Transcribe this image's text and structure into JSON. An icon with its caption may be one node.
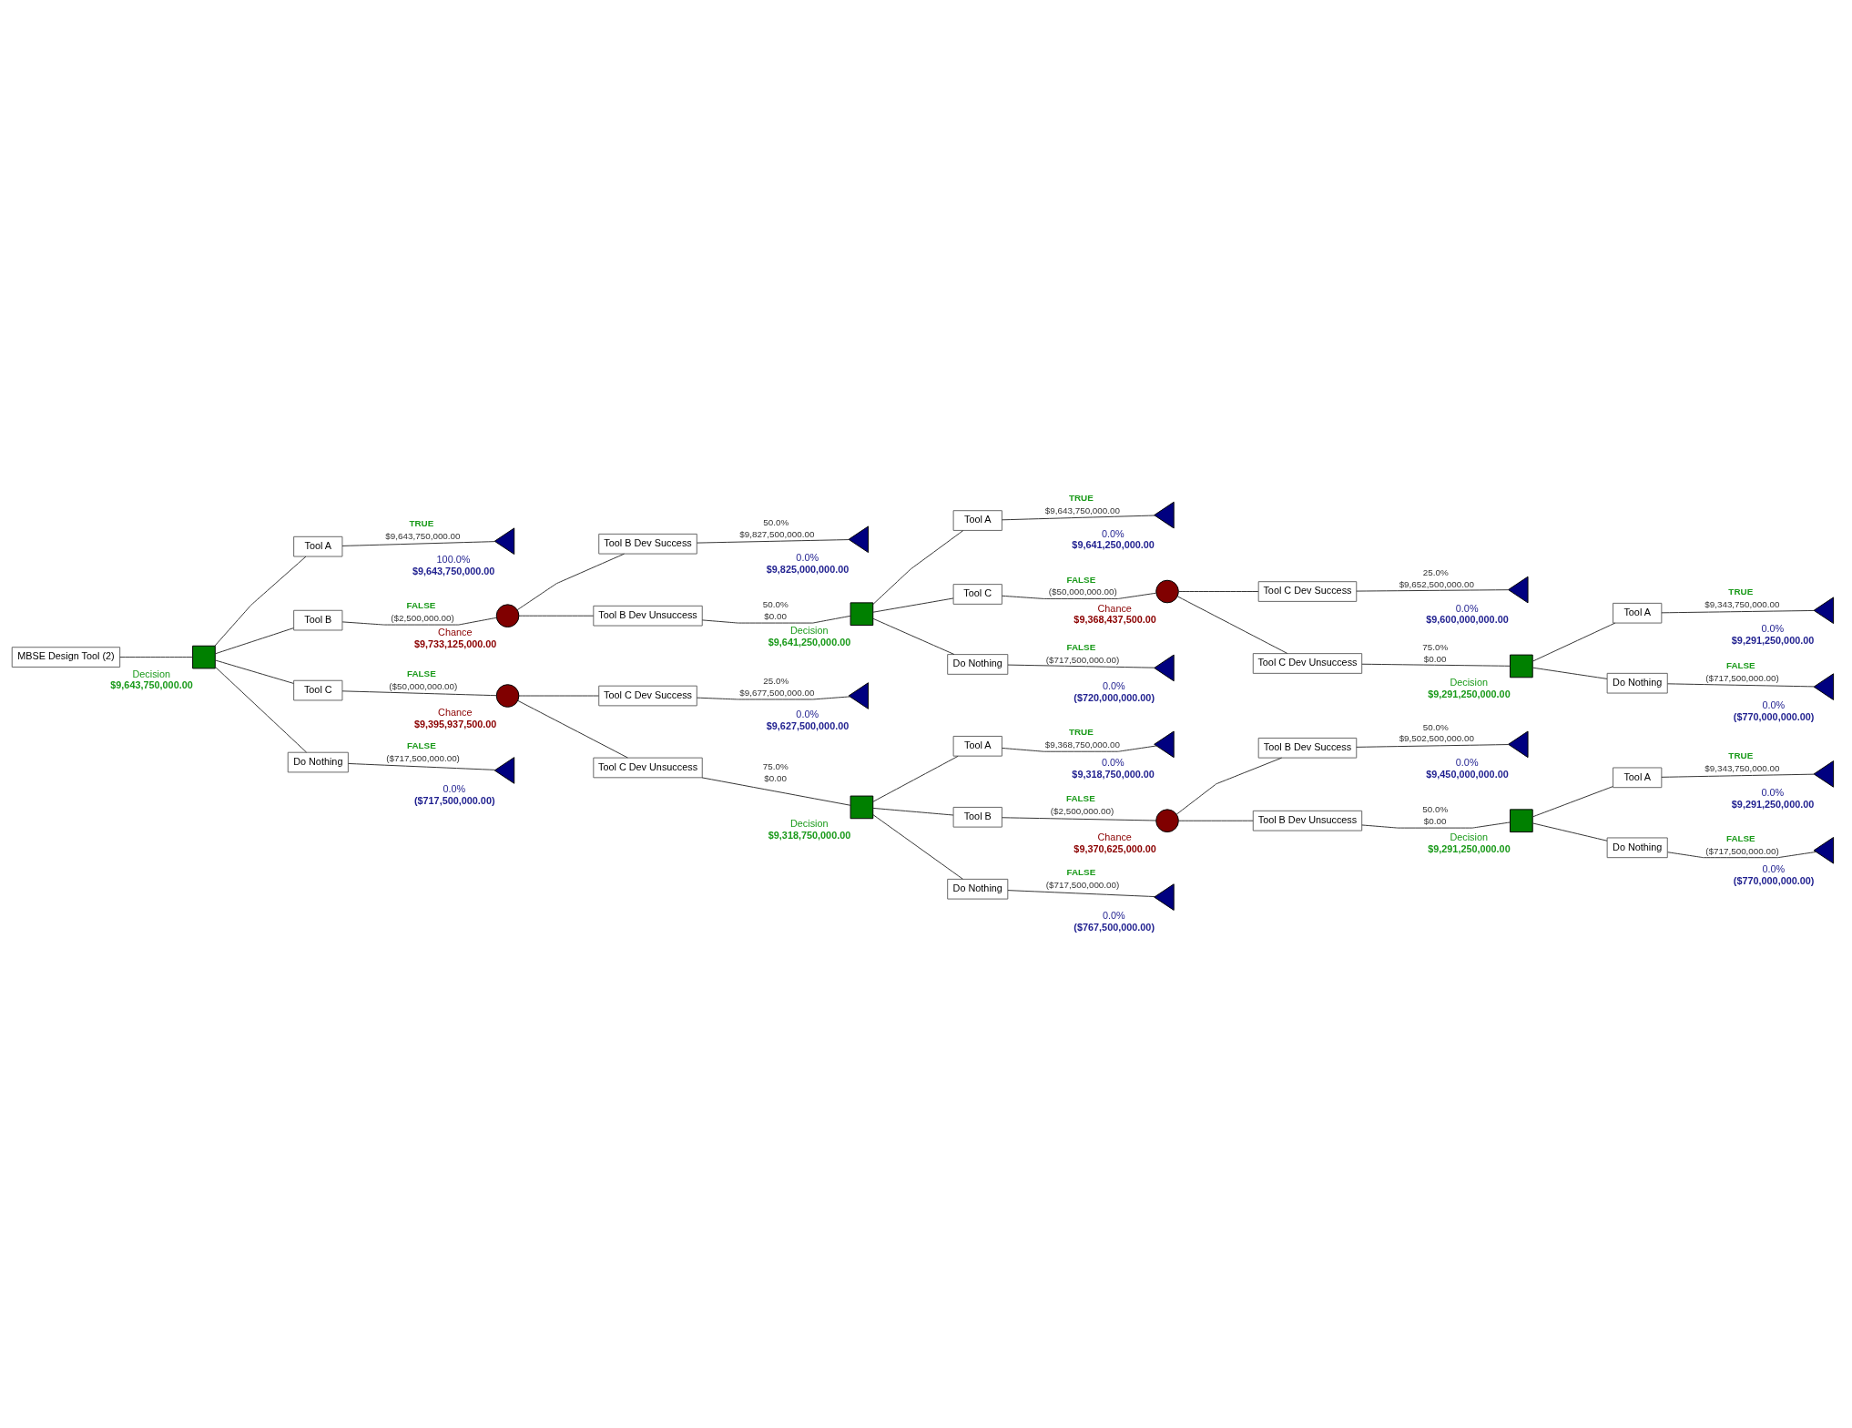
{
  "diagram": {
    "nodes": [
      {
        "text": [
          "MBSE Design Tool (2)"
        ]
      },
      {
        "text": [],
        "shape": "box",
        "beside": [
          "Decision",
          "$9,643,750,000.00"
        ]
      },
      {
        "text": [
          "Tool A"
        ],
        "beside": [
          "TRUE",
          "$9,643,750,000.00"
        ]
      },
      {
        "text": [],
        "shape": "triangle",
        "beside": [
          "100.0%",
          "$9,643,750,000.00"
        ]
      },
      {
        "text": [
          "Tool B"
        ],
        "beside": [
          "FALSE",
          "($2,500,000.00)"
        ]
      },
      {
        "text": [],
        "shape": "circle",
        "beside": [
          "Chance",
          "$9,733,125,000.00"
        ]
      },
      {
        "text": [
          "Tool B Dev Success"
        ],
        "beside": [
          "50.0%",
          "$9,827,500,000.00"
        ]
      },
      {
        "text": [],
        "shape": "triangle",
        "beside": [
          "0.0%",
          "$9,825,000,000.00"
        ]
      },
      {
        "text": [
          "Tool B Dev Unsuccess"
        ],
        "beside": [
          "50.0%",
          "$0.00"
        ]
      },
      {
        "text": [],
        "shape": "box",
        "beside": [
          "Decision",
          "$9,641,250,000.00"
        ]
      },
      {
        "text": [
          "Tool A"
        ],
        "beside": [
          "TRUE",
          "$9,643,750,000.00"
        ]
      },
      {
        "text": [],
        "shape": "triangle",
        "beside": [
          "0.0%",
          "$9,641,250,000.00"
        ]
      },
      {
        "text": [
          "Tool C"
        ],
        "beside": [
          "FALSE",
          "($50,000,000.00)"
        ]
      },
      {
        "text": [],
        "shape": "circle",
        "beside": [
          "Chance",
          "$9,368,437,500.00"
        ]
      },
      {
        "text": [
          "Tool C Dev Success"
        ],
        "beside": [
          "25.0%",
          "$9,652,500,000.00"
        ]
      },
      {
        "text": [],
        "shape": "triangle",
        "beside": [
          "0.0%",
          "$9,600,000,000.00"
        ]
      },
      {
        "text": [
          "Tool C Dev Unsuccess"
        ],
        "beside": [
          "75.0%",
          "$0.00"
        ]
      },
      {
        "text": [],
        "shape": "box",
        "beside": [
          "Decision",
          "$9,291,250,000.00"
        ]
      },
      {
        "text": [
          "Tool A"
        ],
        "beside": [
          "TRUE",
          "$9,343,750,000.00"
        ]
      },
      {
        "text": [],
        "shape": "triangle",
        "beside": [
          "0.0%",
          "$9,291,250,000.00"
        ]
      },
      {
        "text": [
          "Do Nothing"
        ],
        "beside": [
          "FALSE",
          "($717,500,000.00)"
        ]
      },
      {
        "text": [],
        "shape": "triangle",
        "beside": [
          "0.0%",
          "($770,000,000.00)"
        ]
      },
      {
        "text": [
          "Do Nothing"
        ],
        "beside": [
          "FALSE",
          "($717,500,000.00)"
        ]
      },
      {
        "text": [],
        "shape": "triangle",
        "beside": [
          "0.0%",
          "($720,000,000.00)"
        ]
      },
      {
        "text": [
          "Tool C"
        ],
        "beside": [
          "FALSE",
          "($50,000,000.00)"
        ]
      },
      {
        "text": [],
        "shape": "circle",
        "beside": [
          "Chance",
          "$9,395,937,500.00"
        ]
      },
      {
        "text": [
          "Tool C Dev Success"
        ],
        "beside": [
          "25.0%",
          "$9,677,500,000.00"
        ]
      },
      {
        "text": [],
        "shape": "triangle",
        "beside": [
          "0.0%",
          "$9,627,500,000.00"
        ]
      },
      {
        "text": [
          "Tool C Dev Unsuccess"
        ],
        "beside": [
          "75.0%",
          "$0.00"
        ]
      },
      {
        "text": [],
        "shape": "box",
        "beside": [
          "Decision",
          "$9,318,750,000.00"
        ]
      },
      {
        "text": [
          "Tool A"
        ],
        "beside": [
          "TRUE",
          "$9,368,750,000.00"
        ]
      },
      {
        "text": [],
        "shape": "triangle",
        "beside": [
          "0.0%",
          "$9,318,750,000.00"
        ]
      },
      {
        "text": [
          "Tool B"
        ],
        "beside": [
          "FALSE",
          "($2,500,000.00)"
        ]
      },
      {
        "text": [],
        "shape": "circle",
        "beside": [
          "Chance",
          "$9,370,625,000.00"
        ]
      },
      {
        "text": [
          "Tool B Dev Success"
        ],
        "beside": [
          "50.0%",
          "$9,502,500,000.00"
        ]
      },
      {
        "text": [],
        "shape": "triangle",
        "beside": [
          "0.0%",
          "$9,450,000,000.00"
        ]
      },
      {
        "text": [
          "Tool B Dev Unsuccess"
        ],
        "beside": [
          "50.0%",
          "$0.00"
        ]
      },
      {
        "text": [],
        "shape": "box",
        "beside": [
          "Decision",
          "$9,291,250,000.00"
        ]
      },
      {
        "text": [
          "Tool A"
        ],
        "beside": [
          "TRUE",
          "$9,343,750,000.00"
        ]
      },
      {
        "text": [],
        "shape": "triangle",
        "beside": [
          "0.0%",
          "$9,291,250,000.00"
        ]
      },
      {
        "text": [
          "Do Nothing"
        ],
        "beside": [
          "FALSE",
          "($717,500,000.00)"
        ]
      },
      {
        "text": [],
        "shape": "triangle",
        "beside": [
          "0.0%",
          "($770,000,000.00)"
        ]
      },
      {
        "text": [
          "Do Nothing"
        ],
        "beside": [
          "FALSE",
          "($717,500,000.00)"
        ]
      },
      {
        "text": [],
        "shape": "triangle",
        "beside": [
          "0.0%",
          "($767,500,000.00)"
        ]
      },
      {
        "text": [
          "Do Nothing"
        ],
        "beside": [
          "FALSE",
          "($717,500,000.00)"
        ]
      },
      {
        "text": [],
        "shape": "triangle",
        "beside": [
          "0.0%",
          "($717,500,000.00)"
        ]
      }
    ],
    "edges": [
      {
        "from": 0,
        "to": 1,
        "arrow": "none"
      },
      {
        "from": 1,
        "to": 2,
        "arrow": "none"
      },
      {
        "from": 2,
        "to": 3,
        "arrow": "none"
      },
      {
        "from": 1,
        "to": 4,
        "arrow": "none"
      },
      {
        "from": 4,
        "to": 5,
        "arrow": "none"
      },
      {
        "from": 5,
        "to": 6,
        "arrow": "none"
      },
      {
        "from": 6,
        "to": 7,
        "arrow": "none"
      },
      {
        "from": 5,
        "to": 8,
        "arrow": "none"
      },
      {
        "from": 8,
        "to": 9,
        "arrow": "none"
      },
      {
        "from": 9,
        "to": 10,
        "arrow": "none"
      },
      {
        "from": 10,
        "to": 11,
        "arrow": "none"
      },
      {
        "from": 9,
        "to": 12,
        "arrow": "none"
      },
      {
        "from": 12,
        "to": 13,
        "arrow": "none"
      },
      {
        "from": 13,
        "to": 14,
        "arrow": "none"
      },
      {
        "from": 14,
        "to": 15,
        "arrow": "none"
      },
      {
        "from": 13,
        "to": 16,
        "arrow": "none"
      },
      {
        "from": 16,
        "to": 17,
        "arrow": "none"
      },
      {
        "from": 17,
        "to": 18,
        "arrow": "none"
      },
      {
        "from": 18,
        "to": 19,
        "arrow": "none"
      },
      {
        "from": 17,
        "to": 20,
        "arrow": "none"
      },
      {
        "from": 20,
        "to": 21,
        "arrow": "none"
      },
      {
        "from": 9,
        "to": 22,
        "arrow": "none"
      },
      {
        "from": 22,
        "to": 23,
        "arrow": "none"
      },
      {
        "from": 1,
        "to": 24,
        "arrow": "none"
      },
      {
        "from": 24,
        "to": 25,
        "arrow": "none"
      },
      {
        "from": 25,
        "to": 26,
        "arrow": "none"
      },
      {
        "from": 26,
        "to": 27,
        "arrow": "none"
      },
      {
        "from": 25,
        "to": 28,
        "arrow": "none"
      },
      {
        "from": 28,
        "to": 29,
        "arrow": "none"
      },
      {
        "from": 29,
        "to": 30,
        "arrow": "none"
      },
      {
        "from": 30,
        "to": 31,
        "arrow": "none"
      },
      {
        "from": 29,
        "to": 32,
        "arrow": "none"
      },
      {
        "from": 32,
        "to": 33,
        "arrow": "none"
      },
      {
        "from": 33,
        "to": 34,
        "arrow": "none"
      },
      {
        "from": 34,
        "to": 35,
        "arrow": "none"
      },
      {
        "from": 33,
        "to": 36,
        "arrow": "none"
      },
      {
        "from": 36,
        "to": 37,
        "arrow": "none"
      },
      {
        "from": 37,
        "to": 38,
        "arrow": "none"
      },
      {
        "from": 38,
        "to": 39,
        "arrow": "none"
      },
      {
        "from": 37,
        "to": 40,
        "arrow": "none"
      },
      {
        "from": 40,
        "to": 41,
        "arrow": "none"
      },
      {
        "from": 29,
        "to": 42,
        "arrow": "none"
      },
      {
        "from": 42,
        "to": 43,
        "arrow": "none"
      },
      {
        "from": 1,
        "to": 44,
        "arrow": "none"
      },
      {
        "from": 44,
        "to": 45,
        "arrow": "none"
      }
    ]
  }
}
